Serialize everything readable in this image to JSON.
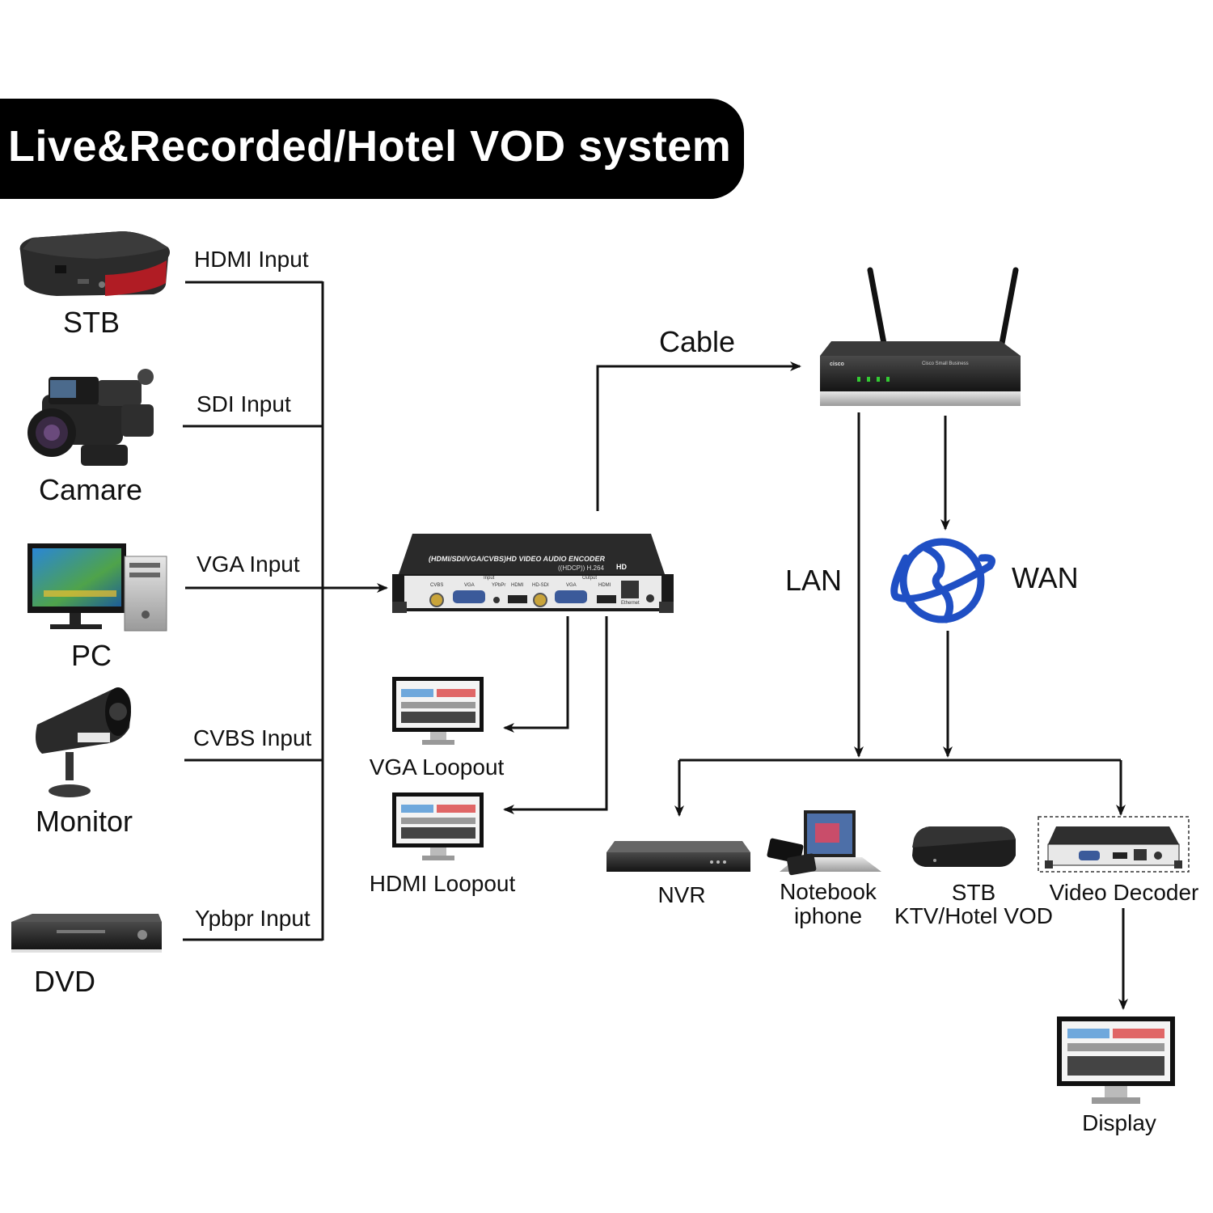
{
  "title": "Live&Recorded/Hotel VOD system",
  "sources": [
    {
      "name": "STB",
      "input": "HDMI Input",
      "icon": "set-top-box-icon"
    },
    {
      "name": "Camare",
      "input": "SDI Input",
      "icon": "camcorder-icon"
    },
    {
      "name": "PC",
      "input": "VGA Input",
      "icon": "desktop-pc-icon"
    },
    {
      "name": "Monitor",
      "input": "CVBS Input",
      "icon": "security-camera-icon"
    },
    {
      "name": "DVD",
      "input": "Ypbpr Input",
      "icon": "dvd-player-icon"
    }
  ],
  "encoder": {
    "header": "(HDMI/SDI/VGA/CVBS)HD VIDEO AUDIO ENCODER",
    "subheader": "((HDCP)) H.264",
    "badge": "HD",
    "ports": [
      "CVBS",
      "VGA",
      "YPbPr",
      "HDMI",
      "HD-SDI",
      "VGA",
      "HDMI",
      "Ethernet"
    ],
    "groups": [
      "Input",
      "Output"
    ]
  },
  "loopouts": [
    {
      "name": "VGA Loopout",
      "icon": "monitor-icon"
    },
    {
      "name": "HDMI Loopout",
      "icon": "monitor-icon"
    }
  ],
  "router": {
    "icon": "wireless-router-icon",
    "brand": "cisco",
    "model": "Cisco Small Business"
  },
  "links": {
    "cable": "Cable",
    "lan": "LAN",
    "wan": "WAN"
  },
  "endpoints": [
    {
      "name": "NVR",
      "icon": "nvr-icon"
    },
    {
      "name": "Notebook",
      "name2": "iphone",
      "icon": "laptop-phone-icon"
    },
    {
      "name": "STB",
      "name2": "KTV/Hotel VOD",
      "icon": "set-top-box-icon"
    },
    {
      "name": "Video Decoder",
      "icon": "video-decoder-icon"
    }
  ],
  "display": {
    "name": "Display",
    "icon": "monitor-icon"
  },
  "colors": {
    "banner": "#000000",
    "line": "#111111",
    "globe": "#1f4fc4"
  }
}
